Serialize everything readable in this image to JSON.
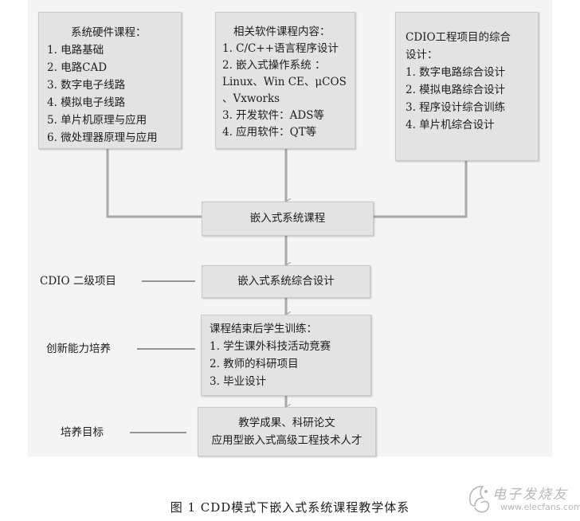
{
  "hardware_box": {
    "title": "系统硬件课程：",
    "items": [
      "1. 电路基础",
      "2. 电路CAD",
      "3. 数字电子线路",
      "4. 模拟电子线路",
      "5. 单片机原理与应用",
      "6. 微处理器原理与应用"
    ]
  },
  "software_box": {
    "title": "相关软件课程内容：",
    "items": [
      "1. C/C++语言程序设计",
      "2. 嵌入式操作系统 ：",
      "Linux、Win CE、μCOS",
      "、Vxworks",
      "3. 开发软件：ADS等",
      "4. 应用软件：QT等"
    ]
  },
  "cdio_box": {
    "title_lines": [
      "CDIO工程项目的综合",
      "设计："
    ],
    "items": [
      "1. 数字电路综合设计",
      "2. 模拟电路综合设计",
      "3. 程序设计综合训练",
      "4. 单片机综合设计"
    ]
  },
  "course_box": {
    "label": "嵌入式系统课程"
  },
  "design_box": {
    "label": "嵌入式系统综合设计"
  },
  "training_box": {
    "title": "课程结束后学生训练：",
    "items": [
      "1. 学生课外科技活动竞赛",
      "2. 教师的科研项目",
      "3. 毕业设计"
    ]
  },
  "goal_box": {
    "lines": [
      "教学成果、科研论文",
      "应用型嵌入式高级工程技术人才"
    ]
  },
  "side_labels": {
    "cdio_level2": "CDIO 二级项目",
    "innovation": "创新能力培养",
    "target": "培养目标"
  },
  "caption": "图 1  CDD模式下嵌入式系统课程教学体系",
  "watermark": {
    "text": "电子发烧友",
    "url": "www.elecfans.com"
  },
  "colors": {
    "box_fill": "#e3e3e3",
    "panel_bg": "#f4f4f4",
    "connector": "#a8a8a8",
    "line": "#333333"
  }
}
